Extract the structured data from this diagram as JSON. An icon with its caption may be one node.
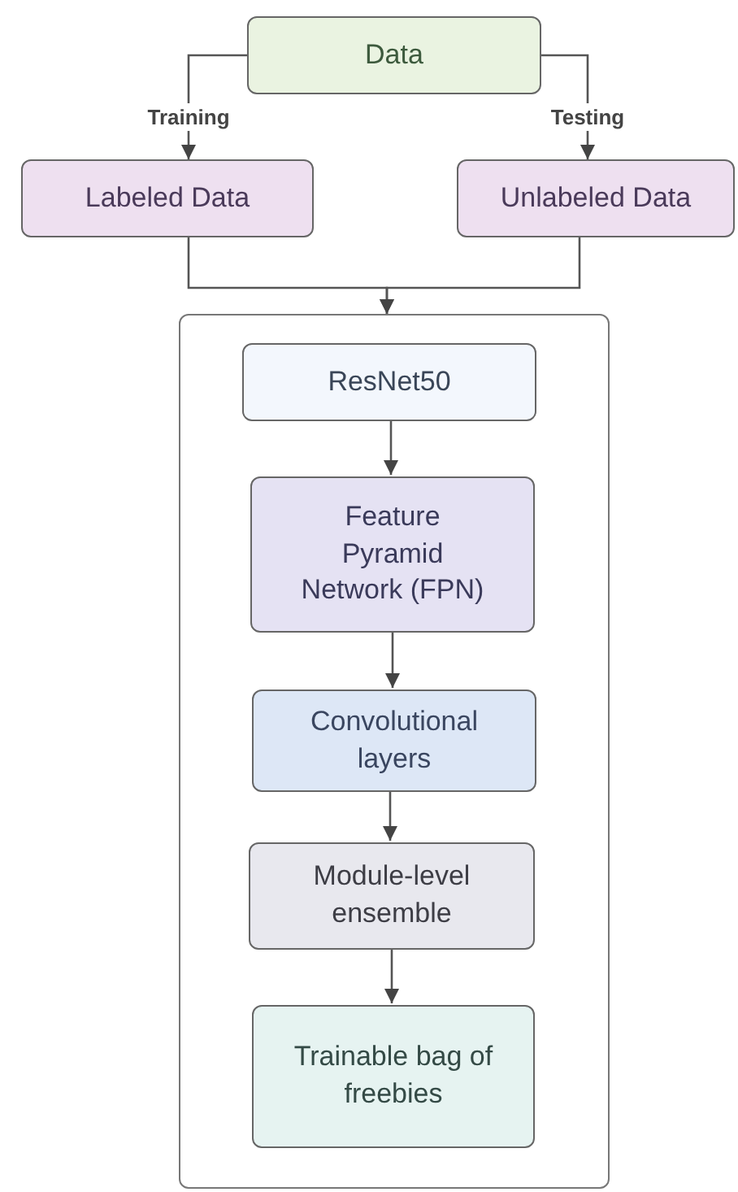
{
  "diagram": {
    "nodes": [
      {
        "text": [
          "Data"
        ]
      },
      {
        "text": [
          "Labeled Data"
        ]
      },
      {
        "text": [
          "Unlabeled Data"
        ]
      },
      {
        "text": [],
        "shape": "box"
      },
      {
        "text": [
          "ResNet50"
        ],
        "in": 3
      },
      {
        "text": [
          "Feature Pyramid Network (FPN)"
        ],
        "in": 3
      },
      {
        "text": [
          "Convolutional layers"
        ],
        "in": 3
      },
      {
        "text": [
          "Module-level ensemble"
        ],
        "in": 3
      },
      {
        "text": [
          "Trainable bag of freebies"
        ],
        "in": 3
      }
    ],
    "edges": [
      {
        "from": 0,
        "to": 1,
        "arrow": "to",
        "label": "Training"
      },
      {
        "from": 0,
        "to": 2,
        "arrow": "to",
        "label": "Testing"
      },
      {
        "from": 1,
        "to": 3,
        "arrow": "to"
      },
      {
        "from": 2,
        "to": 3,
        "arrow": "to"
      },
      {
        "from": 4,
        "to": 5,
        "arrow": "to"
      },
      {
        "from": 5,
        "to": 6,
        "arrow": "to"
      },
      {
        "from": 6,
        "to": 7,
        "arrow": "to"
      },
      {
        "from": 7,
        "to": 8,
        "arrow": "to"
      }
    ]
  }
}
